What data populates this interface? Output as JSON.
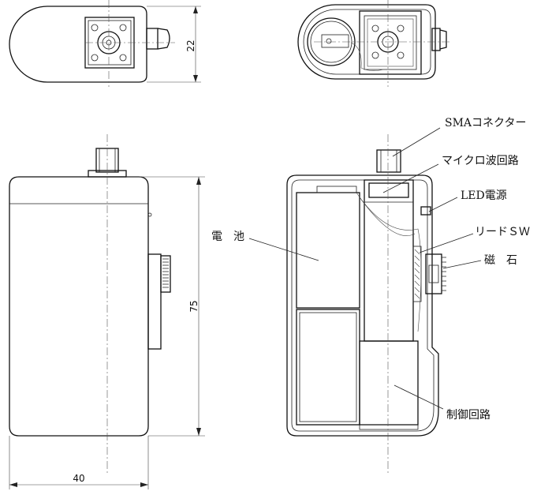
{
  "dimensions": {
    "height_top": "22",
    "height_front": "75",
    "width_front": "40"
  },
  "labels": {
    "sma_connector": "SMAコネクター",
    "microwave_circuit": "マイクロ波回路",
    "led_power": "LED電源",
    "reed_switch": "リードＳＷ",
    "magnet": "磁　石",
    "battery": "電　池",
    "control_circuit": "制御回路"
  }
}
